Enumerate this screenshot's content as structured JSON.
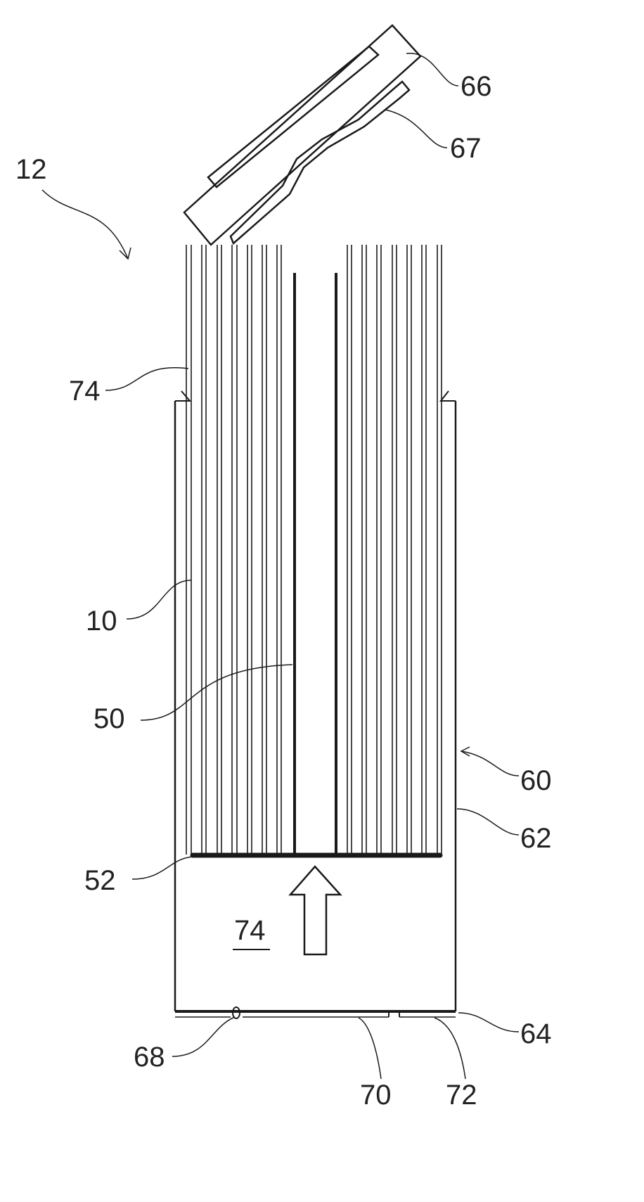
{
  "labels": {
    "assembly": "12",
    "cap": "66",
    "clip": "67",
    "notch": "74",
    "stack": "10",
    "center_plate": "50",
    "follower_plate": "52",
    "chamber": "74",
    "housing": "60",
    "wall": "62",
    "base": "64",
    "hole": "68",
    "slot": "70",
    "base_end": "72"
  },
  "colors": {
    "line": "#1a1a1a",
    "background": "#ffffff"
  }
}
